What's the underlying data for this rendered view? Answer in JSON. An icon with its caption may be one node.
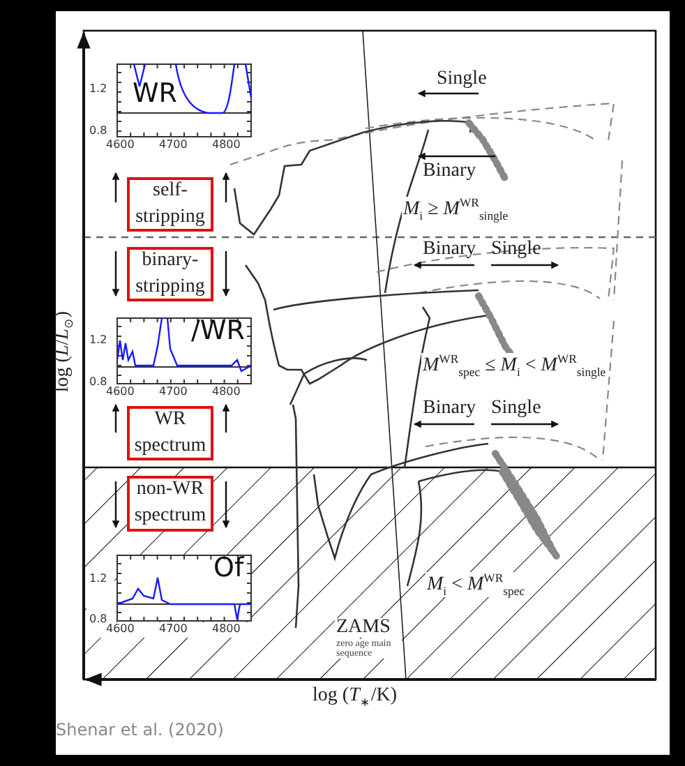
{
  "diagram": {
    "caption": "Shenar et al. (2020)",
    "nodes": [
      {
        "text": [
          "self-stripping"
        ]
      },
      {
        "text": [
          "binary-stripping"
        ]
      },
      {
        "text": [
          "WR spectrum"
        ]
      },
      {
        "text": [
          "non-WR spectrum"
        ]
      }
    ],
    "edges": [],
    "labels": [
      "1.2",
      "0.8",
      "4600",
      "4700",
      "4800",
      "WR",
      "Single",
      "Binary",
      "*M*$_{i}$ ≥ *M*$^{WR}$$_{single}$",
      "Binary",
      "Single",
      "1.2",
      "0.8",
      "4600",
      "4700",
      "4800",
      "/WR",
      "*M*$^{WR}$$_{spec}$ ≤ *M*$_{i}$ < *M*$^{WR}$$_{single}$",
      "Binary",
      "Single",
      "1.2",
      "0.8",
      "4600",
      "4700",
      "4800",
      "Of",
      "*M*$_{i}$ < *M*$^{WR}$$_{spec}$",
      "ZAMS",
      "zero age main sequence",
      "log (*L*/*L*$_{⊙}$)",
      "log (*T*$_{∗}$/K)"
    ]
  }
}
